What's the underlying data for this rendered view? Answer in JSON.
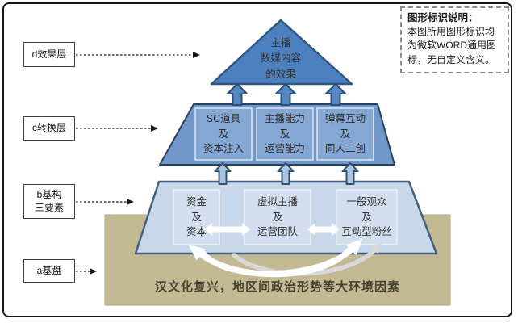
{
  "legend_note": {
    "title": "图形标识说明：",
    "body": "本图所用图形标识均\n为微软WORD通用图\n标，无自定义含义。"
  },
  "left_labels": [
    {
      "label": "d效果层"
    },
    {
      "label": "c转换层"
    },
    {
      "label": "b基构\n三要素"
    },
    {
      "label": "a基盘"
    }
  ],
  "pyramid": {
    "apex_label": "主播\n数媒内容\n的效果",
    "middle_boxes": [
      {
        "label": "SC道具\n及\n资本注入"
      },
      {
        "label": "主播能力\n及\n运营能力"
      },
      {
        "label": "弹幕互动\n及\n同人二创"
      }
    ],
    "bottom_boxes": [
      {
        "label": "资金\n及\n资本"
      },
      {
        "label": "虚拟主播\n及\n运营团队"
      },
      {
        "label": "一般观众\n及\n互动型粉丝"
      }
    ],
    "base_label": "汉文化复兴，地区间政治形势等大环境因素"
  },
  "colors": {
    "triangle_fill": "#4d80be",
    "triangle_border": "#2f5780",
    "middle_fill": "#7296c7",
    "middle_box_fill": "#84a7d3",
    "middle_border": "#24415e",
    "bottom_fill": "#c9d7ea",
    "bottom_box_fill": "#d3dfee",
    "bottom_border": "#44607f",
    "big_arrow_fill": "#5586c4",
    "small_arrow_fill": "#a9c3e1",
    "base_band_fill": "#c3ba93",
    "connector_color": "#1a1a1a",
    "flow_arrow_color": "#ffffff"
  }
}
